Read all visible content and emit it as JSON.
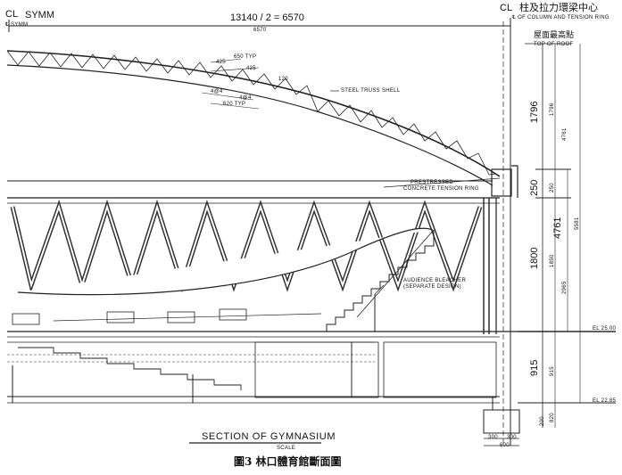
{
  "header": {
    "cl_left": "CL",
    "symm": "SYMM",
    "symm_small": "℄ SYMM",
    "top_dim": "13140 / 2 = 6570",
    "top_dim_small": "6570",
    "cl_right": "CL",
    "column_ring_cn": "柱及拉力環梁中心",
    "column_ring_en": "℄ OF COLUMN AND TENSION RING",
    "roof_top_cn": "屋面最高點",
    "roof_top_en": "TOP OF ROOF"
  },
  "truss_labels": {
    "d1": "650 TYP",
    "d2": "425",
    "d3": "425",
    "d4": "4@4",
    "d5": "4@4",
    "d6": "620 TYP",
    "d7": "120",
    "steel_truss": "STEEL TRUSS SHELL",
    "prestressed_1": "PRESTRESSED",
    "prestressed_2": "CONCRETE TENSION RING",
    "bleacher_1": "AUDIENCE BLEACHER",
    "bleacher_2": "(SEPARATE DESIGN)"
  },
  "dimensions": {
    "v1796": "1796",
    "v1796s": "1796",
    "v250": "250",
    "v250s": "250",
    "v1800": "1800",
    "v1850": "1850",
    "v4761": "4761",
    "v4761s": "4761",
    "v2965": "2965",
    "v5581": "5581",
    "v915": "915",
    "v915s": "915",
    "v820": "820",
    "v200": "200",
    "el_upper": "EL 25.00",
    "el_lower": "EL 22.85",
    "b300a": "300",
    "b300b": "300",
    "b600": "600"
  },
  "footer": {
    "section_title": "SECTION OF GYMNASIUM",
    "scale": "SCALE",
    "caption": "圖3  林口體育館斷面圖"
  }
}
